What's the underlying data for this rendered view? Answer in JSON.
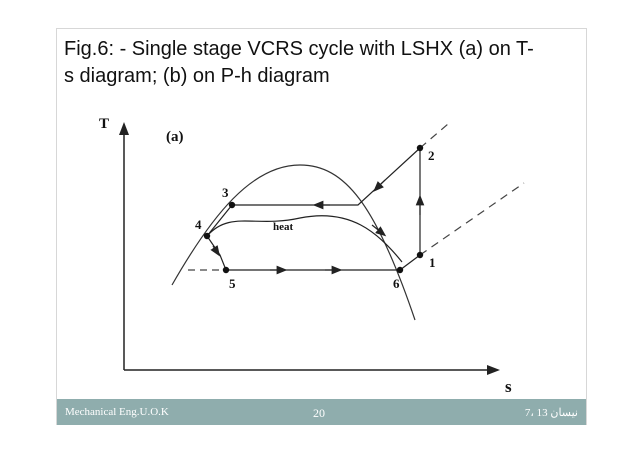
{
  "title": "Fig.6: - Single stage VCRS cycle with LSHX (a) on T-\ns diagram; (b) on P-h diagram",
  "diagram": {
    "panel_label": "(a)",
    "axis_y": "T",
    "axis_x": "s",
    "heat_label": "heat",
    "points": [
      "1",
      "2",
      "3",
      "4",
      "5",
      "6"
    ]
  },
  "footer": {
    "left": "Mechanical Eng.U.O.K",
    "page": "20",
    "right": "نيسان 13 ،7"
  }
}
